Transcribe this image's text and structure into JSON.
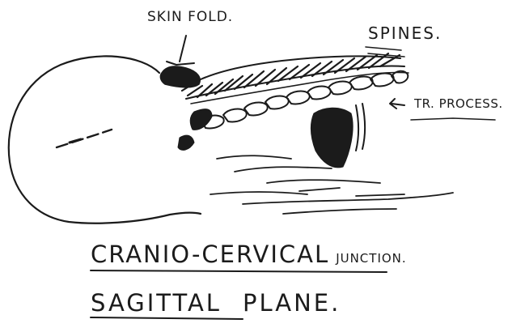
{
  "labels": {
    "skin_fold": "Skin Fold.",
    "spines": "Spines.",
    "tr_process": "Tr. Process."
  },
  "title": {
    "line1_main": "Cranio-Cervical",
    "line1_small": "Junction.",
    "line2_word1": "Sagittal",
    "line2_word2": "Plane."
  },
  "colors": {
    "ink": "#1b1b1b",
    "paper": "#ffffff"
  }
}
